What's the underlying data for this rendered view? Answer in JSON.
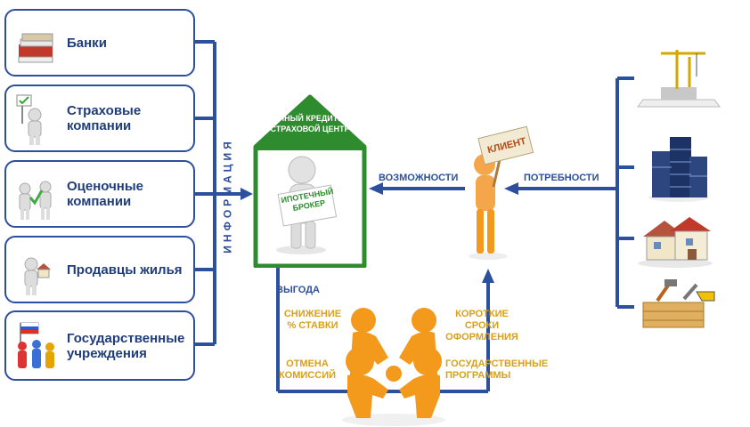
{
  "left_panel": {
    "items": [
      {
        "label": "Банки",
        "icon": "money-stack-icon"
      },
      {
        "label": "Страховые компании",
        "icon": "figure-checkmark-icon"
      },
      {
        "label": "Оценочные компании",
        "icon": "figures-checkmark-icon"
      },
      {
        "label": "Продавцы жилья",
        "icon": "figure-house-icon"
      },
      {
        "label": "Государственные учреждения",
        "icon": "group-flag-icon"
      }
    ],
    "vertical_label": "ИНФОРМАЦИЯ"
  },
  "center": {
    "house_title": "ЕДИНЫЙ КРЕДИТНО-СТРАХОВОЙ ЦЕНТР",
    "sign_text": "ИПОТЕЧНЫЙ БРОКЕР",
    "benefit_label": "ВЫГОДА"
  },
  "client": {
    "sign_text": "КЛИЕНТ",
    "opportunities_label": "ВОЗМОЖНОСТИ",
    "needs_label": "ПОТРЕБНОСТИ"
  },
  "benefits": {
    "rate_reduction": "СНИЖЕНИЕ % СТАВКИ",
    "short_terms": "КОРОТКИЕ СРОКИ ОФОРМЛЕНИЯ",
    "no_commission": "ОТМЕНА КОМИССИЙ",
    "state_programs": "ГОСУДАРСТВЕННЫЕ ПРОГРАММЫ"
  },
  "right_panel": {
    "icons": [
      "construction-crane-icon",
      "skyscraper-icon",
      "house-icon",
      "toolbox-icon"
    ]
  },
  "colors": {
    "blue": "#2c4f9e",
    "green": "#2e8b2e",
    "gold": "#d9a019",
    "orange_figure": "#f39a1c"
  }
}
